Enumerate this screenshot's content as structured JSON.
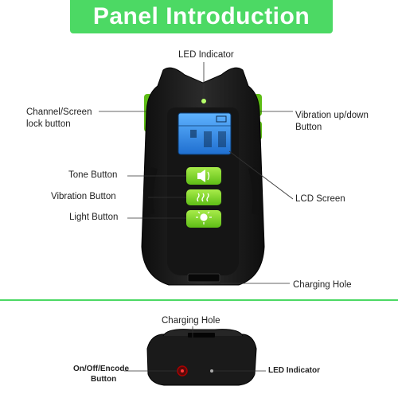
{
  "banner": {
    "title": "Panel Introduction"
  },
  "labels": {
    "led_indicator": "LED Indicator",
    "channel_lock_line1": "Channel/Screen",
    "channel_lock_line2": "lock button",
    "vibration_updown_line1": "Vibration up/down",
    "vibration_updown_line2": "Button",
    "tone_button": "Tone Button",
    "vibration_button": "Vibration Button",
    "light_button": "Light Button",
    "lcd_screen": "LCD Screen",
    "charging_hole": "Charging Hole",
    "bottom_charging_hole": "Charging Hole",
    "bottom_onoff_line1": "On/Off/Encode",
    "bottom_onoff_line2": "Button",
    "bottom_led_indicator": "LED Indicator"
  },
  "colors": {
    "accent_green": "#4cd964",
    "button_green": "#7ed321",
    "device_body": "#1f1f1f",
    "lcd_blue": "#2f8fe0"
  }
}
